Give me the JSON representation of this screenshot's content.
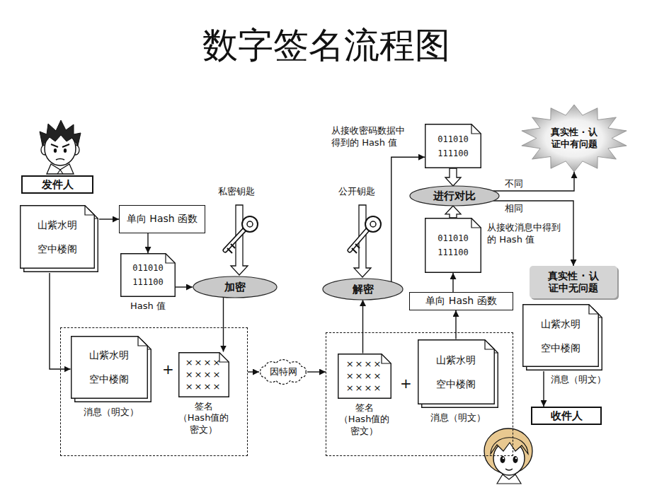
{
  "diagram": {
    "title": "数字签名流程图",
    "nodes": [
      {
        "text": [
          "发件人"
        ]
      },
      {
        "text": [
          "山紫水明 空中楼阁"
        ]
      },
      {
        "text": [
          "单向 Hash 函数"
        ]
      },
      {
        "text": [
          "011010 111100",
          "Hash 值"
        ]
      },
      {
        "text": [
          "加密"
        ]
      },
      {
        "text": []
      },
      {
        "text": [
          "山紫水明 空中楼阁",
          "消息（明文）"
        ],
        "in": 5
      },
      {
        "text": [
          "×××× ×××× ××××",
          "签名 （Hash值的 密文）"
        ],
        "in": 5
      },
      {
        "text": [
          "因特网"
        ]
      },
      {
        "text": []
      },
      {
        "text": [
          "×××× ×××× ××××",
          "签名 （Hash值的 密文）"
        ],
        "in": 9
      },
      {
        "text": [
          "山紫水明 空中楼阁",
          "消息（明文）"
        ],
        "in": 9
      },
      {
        "text": [
          "解密"
        ]
      },
      {
        "text": [
          "单向 Hash 函数"
        ]
      },
      {
        "text": [
          "011010 111100",
          "从接收消息中得到 的 Hash 值"
        ]
      },
      {
        "text": [
          "011010 111100",
          "从接收密码数据中 得到的 Hash 值"
        ]
      },
      {
        "text": [
          "进行对比"
        ]
      },
      {
        "text": [
          "真实性 · 认 证中有问题"
        ]
      },
      {
        "text": [
          "真实性 · 认 证中无问题"
        ]
      },
      {
        "text": [
          "山紫水明 空中楼阁",
          "消息（明文）"
        ]
      },
      {
        "text": [
          "收件人"
        ]
      }
    ],
    "edges": [
      {
        "from": 1,
        "to": 2,
        "arrow": "to"
      },
      {
        "from": 2,
        "to": 3,
        "arrow": "to"
      },
      {
        "from": 3,
        "to": 4,
        "arrow": "to"
      },
      {
        "from": 4,
        "to": 7,
        "arrow": "to"
      },
      {
        "from": 1,
        "to": 6,
        "arrow": "to"
      },
      {
        "from": 5,
        "to": 8,
        "arrow": "to"
      },
      {
        "from": 8,
        "to": 9,
        "arrow": "to"
      },
      {
        "from": 10,
        "to": 12,
        "arrow": "to"
      },
      {
        "from": 12,
        "to": 15,
        "arrow": "to"
      },
      {
        "from": 11,
        "to": 13,
        "arrow": "to"
      },
      {
        "from": 13,
        "to": 14,
        "arrow": "to"
      },
      {
        "from": 14,
        "to": 16,
        "arrow": "to"
      },
      {
        "from": 15,
        "to": 16,
        "arrow": "to"
      },
      {
        "from": 16,
        "to": 17,
        "label": "不同",
        "arrow": "to"
      },
      {
        "from": 16,
        "to": 18,
        "label": "相同",
        "arrow": "to"
      },
      {
        "from": 19,
        "to": 20,
        "arrow": "to"
      }
    ],
    "labels": [
      "私密钥匙",
      "公开钥匙",
      "+",
      "+"
    ]
  }
}
